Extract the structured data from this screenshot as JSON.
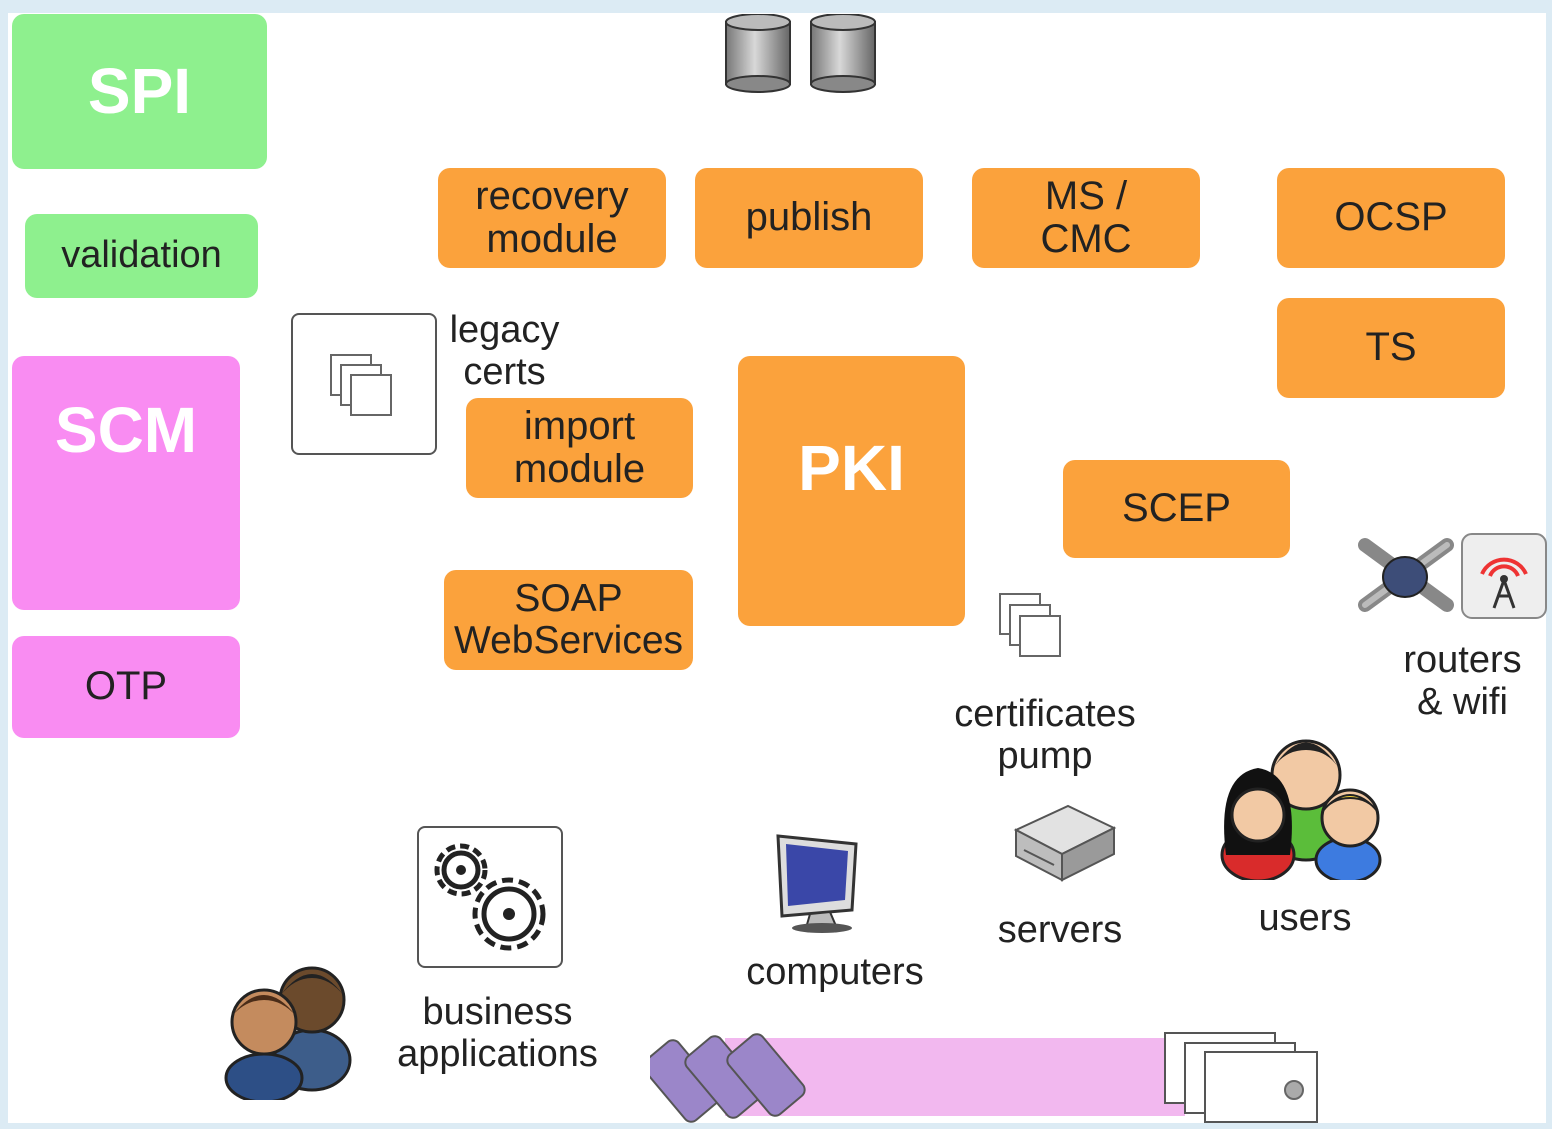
{
  "blocks": {
    "spi": "SPI",
    "validation": "validation",
    "scm": "SCM",
    "otp": "OTP",
    "recovery_module": "recovery\nmodule",
    "publish": "publish",
    "ms_cmc": "MS /\nCMC",
    "ocsp": "OCSP",
    "ts": "TS",
    "import_module": "import\nmodule",
    "pki": "PKI",
    "scep": "SCEP",
    "soap_webservices": "SOAP\nWebServices"
  },
  "labels": {
    "legacy_certs": "legacy\ncerts",
    "certificates_pump": "certificates\npump",
    "routers_wifi": "routers\n& wifi",
    "users": "users",
    "servers": "servers",
    "computers": "computers",
    "business_applications": "business\napplications"
  },
  "colors": {
    "orange": "#fba23c",
    "green": "#8ef08e",
    "pink": "#f98cf2",
    "token_band": "#f2b8ef"
  },
  "icons": [
    "database-icon",
    "certificate-stack-icon",
    "gears-icon",
    "people-icon",
    "computer-icon",
    "server-icon",
    "users-icon",
    "router-icon",
    "wifi-antenna-icon",
    "usb-token-icon",
    "smart-card-icon"
  ]
}
